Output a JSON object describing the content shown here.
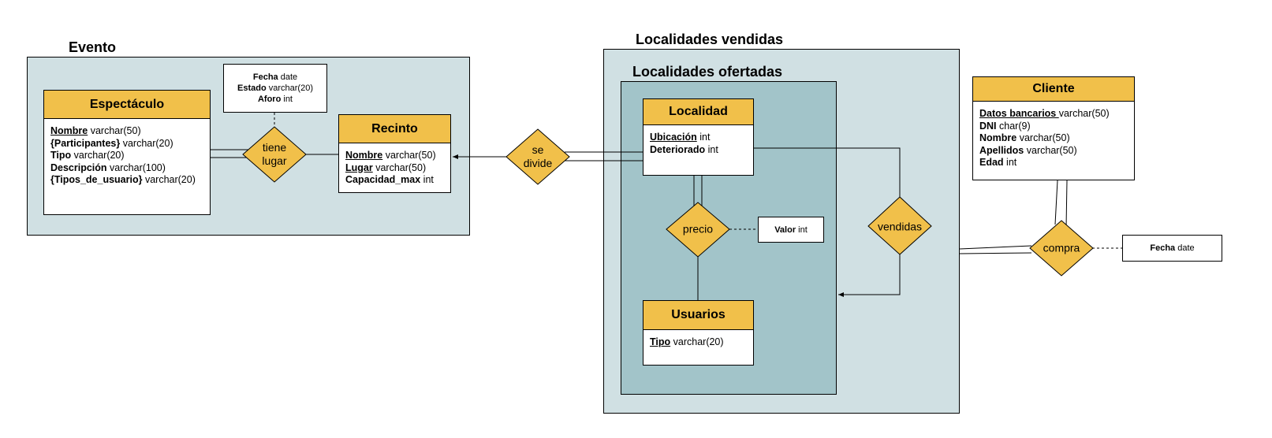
{
  "groups": {
    "evento": "Evento",
    "loc_vendidas": "Localidades vendidas",
    "loc_ofertadas": "Localidades ofertadas"
  },
  "entities": {
    "espectaculo": {
      "name": "Espectáculo",
      "attrs": [
        {
          "name": "Nombre",
          "type": "varchar(50)",
          "key": true
        },
        {
          "name": "{Participantes}",
          "type": "varchar(20)",
          "key": false
        },
        {
          "name": "Tipo",
          "type": "varchar(20)",
          "key": false
        },
        {
          "name": "Descripción",
          "type": "varchar(100)",
          "key": false
        },
        {
          "name": "{Tipos_de_usuario}",
          "type": "varchar(20)",
          "key": false
        }
      ]
    },
    "recinto": {
      "name": "Recinto",
      "attrs": [
        {
          "name": "Nombre",
          "type": "varchar(50)",
          "key": true
        },
        {
          "name": "Lugar",
          "type": "varchar(50)",
          "key": true
        },
        {
          "name": "Capacidad_max",
          "type": "int",
          "key": false
        }
      ]
    },
    "localidad": {
      "name": "Localidad",
      "attrs": [
        {
          "name": "Ubicación",
          "type": "int",
          "key": true
        },
        {
          "name": "Deteriorado",
          "type": "int",
          "key": false
        }
      ]
    },
    "usuarios": {
      "name": "Usuarios",
      "attrs": [
        {
          "name": "Tipo",
          "type": "varchar(20)",
          "key": true
        }
      ]
    },
    "cliente": {
      "name": "Cliente",
      "attrs": [
        {
          "name": "Datos bancarios ",
          "type": "varchar(50)",
          "key": true
        },
        {
          "name": "DNI",
          "type": "char(9)",
          "key": false
        },
        {
          "name": "Nombre",
          "type": "varchar(50)",
          "key": false
        },
        {
          "name": "Apellidos",
          "type": "varchar(50)",
          "key": false
        },
        {
          "name": "Edad",
          "type": "int",
          "key": false
        }
      ]
    }
  },
  "relationships": {
    "tiene_lugar": "tiene\nlugar",
    "se_divide": "se\ndivide",
    "precio": "precio",
    "vendidas": "vendidas",
    "compra": "compra"
  },
  "rel_attributes": {
    "tiene_lugar": [
      {
        "name": "Fecha",
        "type": "date"
      },
      {
        "name": "Estado",
        "type": "varchar(20)"
      },
      {
        "name": "Aforo",
        "type": "int"
      }
    ],
    "precio": [
      {
        "name": "Valor",
        "type": "int"
      }
    ],
    "compra": [
      {
        "name": "Fecha",
        "type": "date"
      }
    ]
  },
  "colors": {
    "entity_header": "#f1c04a",
    "diamond": "#f1c04a",
    "group_light": "#d0e0e3",
    "group_dark": "#a2c4c9"
  }
}
